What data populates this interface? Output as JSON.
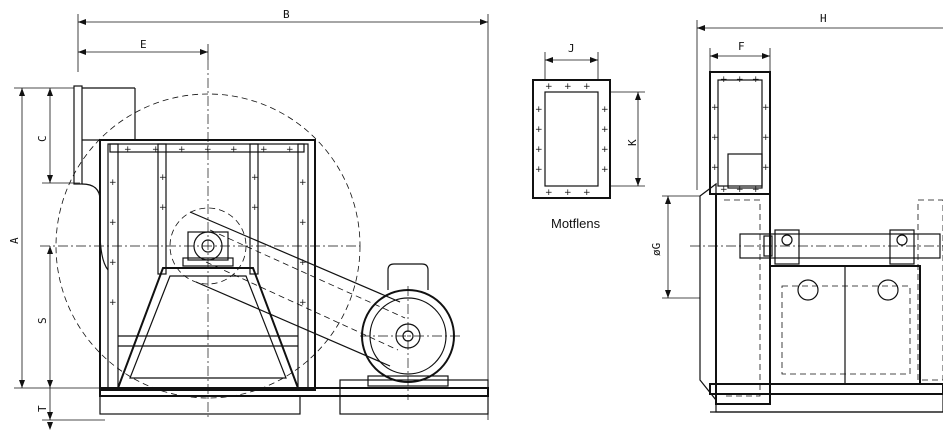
{
  "dimensions": {
    "A": "A",
    "B": "B",
    "C": "C",
    "E": "E",
    "S": "S",
    "T": "T",
    "J": "J",
    "K": "K",
    "F": "F",
    "G": "øG",
    "H": "H"
  },
  "caption": "Motflens"
}
